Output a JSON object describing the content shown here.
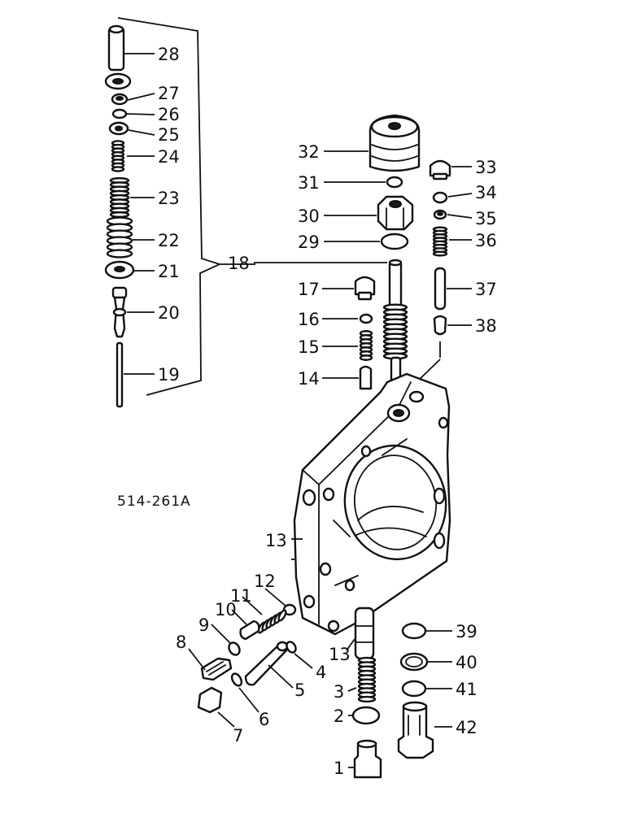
{
  "drawing_number": "514-261A",
  "callouts": [
    {
      "id": "28",
      "text": "28"
    },
    {
      "id": "27",
      "text": "27"
    },
    {
      "id": "26",
      "text": "26"
    },
    {
      "id": "25",
      "text": "25"
    },
    {
      "id": "24",
      "text": "24"
    },
    {
      "id": "23",
      "text": "23"
    },
    {
      "id": "22",
      "text": "22"
    },
    {
      "id": "21",
      "text": "21"
    },
    {
      "id": "20",
      "text": "20"
    },
    {
      "id": "19",
      "text": "19"
    },
    {
      "id": "18",
      "text": "18"
    },
    {
      "id": "17",
      "text": "17"
    },
    {
      "id": "16",
      "text": "16"
    },
    {
      "id": "15",
      "text": "15"
    },
    {
      "id": "14",
      "text": "14"
    },
    {
      "id": "32",
      "text": "32"
    },
    {
      "id": "31",
      "text": "31"
    },
    {
      "id": "30",
      "text": "30"
    },
    {
      "id": "29",
      "text": "29"
    },
    {
      "id": "33",
      "text": "33"
    },
    {
      "id": "34",
      "text": "34"
    },
    {
      "id": "35",
      "text": "35"
    },
    {
      "id": "36",
      "text": "36"
    },
    {
      "id": "37",
      "text": "37"
    },
    {
      "id": "38",
      "text": "38"
    },
    {
      "id": "13a",
      "text": "13"
    },
    {
      "id": "13b",
      "text": "13"
    },
    {
      "id": "12",
      "text": "12"
    },
    {
      "id": "11",
      "text": "11"
    },
    {
      "id": "10",
      "text": "10"
    },
    {
      "id": "9",
      "text": "9"
    },
    {
      "id": "8",
      "text": "8"
    },
    {
      "id": "7",
      "text": "7"
    },
    {
      "id": "6",
      "text": "6"
    },
    {
      "id": "5",
      "text": "5"
    },
    {
      "id": "4",
      "text": "4"
    },
    {
      "id": "3",
      "text": "3"
    },
    {
      "id": "2",
      "text": "2"
    },
    {
      "id": "1",
      "text": "1"
    },
    {
      "id": "39",
      "text": "39"
    },
    {
      "id": "40",
      "text": "40"
    },
    {
      "id": "41",
      "text": "41"
    },
    {
      "id": "42",
      "text": "42"
    }
  ]
}
